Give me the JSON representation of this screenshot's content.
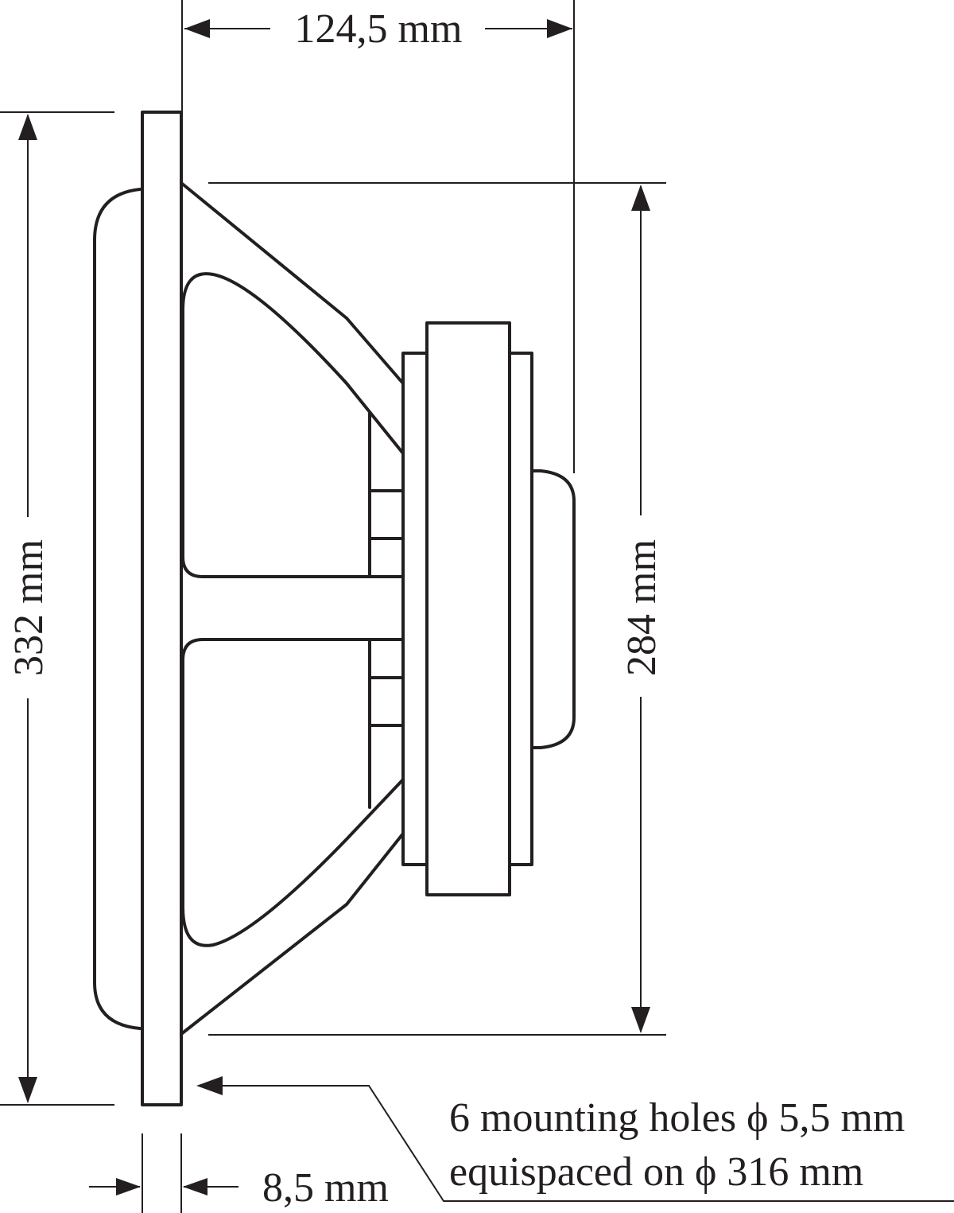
{
  "dimensions": {
    "depth": "124,5 mm",
    "overall_diameter": "332 mm",
    "cutout_diameter": "284 mm",
    "flange_thickness": "8,5 mm"
  },
  "note": {
    "line1": "6 mounting holes ϕ 5,5 mm",
    "line2": "equispaced on ϕ 316 mm"
  },
  "colors": {
    "ink": "#231f20",
    "background": "#ffffff"
  }
}
